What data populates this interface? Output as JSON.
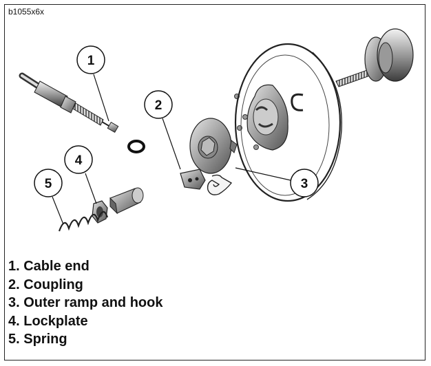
{
  "figure_code": "b1055x6x",
  "callouts": [
    "1",
    "2",
    "3",
    "4",
    "5"
  ],
  "legend": [
    "1. Cable end",
    "2. Coupling",
    "3. Outer ramp and hook",
    "4. Lockplate",
    "5. Spring"
  ]
}
